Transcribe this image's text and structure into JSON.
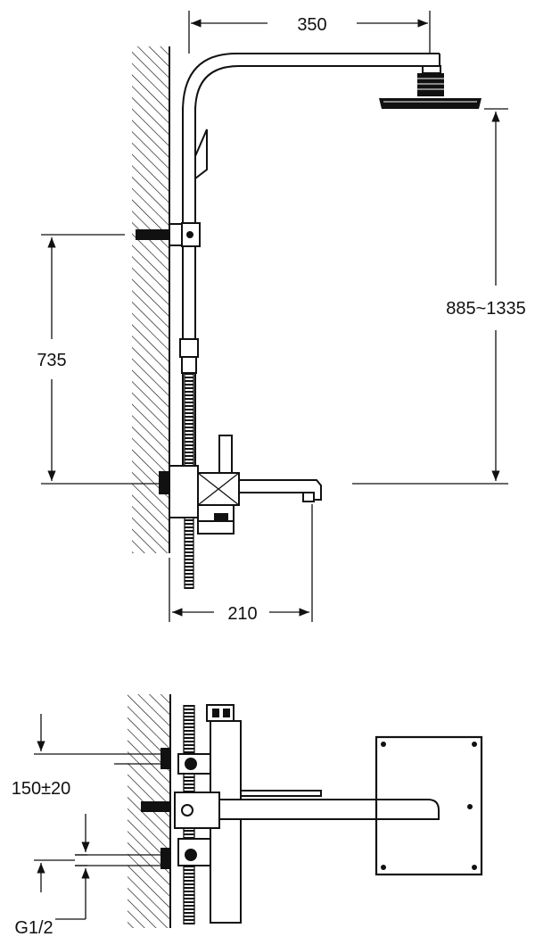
{
  "dimensions": {
    "arm_length": "350",
    "head_height_range": "885~1335",
    "bracket_to_spout": "735",
    "spout_projection": "210",
    "inlet_spacing": "150±20",
    "thread_size": "G1/2"
  },
  "colors": {
    "line": "#111111",
    "background": "#ffffff"
  }
}
